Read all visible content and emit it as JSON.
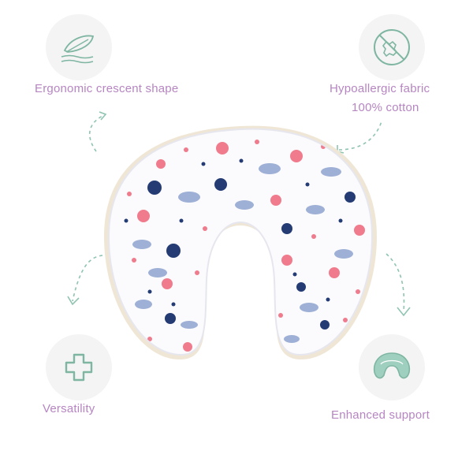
{
  "features": {
    "ergonomic": {
      "label": "Ergonomic crescent shape",
      "icon": "feather-icon"
    },
    "hypoallergic": {
      "label": "Hypoallergic fabric",
      "sublabel": "100% cotton",
      "icon": "no-germs-icon"
    },
    "versatility": {
      "label": "Versatility",
      "icon": "plus-cross-icon"
    },
    "support": {
      "label": "Enhanced support",
      "icon": "pillow-icon"
    }
  },
  "colors": {
    "label": "#b685c2",
    "icon": "#7fb6a2",
    "circle_bg": "#f4f4f4",
    "arrow": "#8fc4b0",
    "print_pink": "#f07b8c",
    "print_navy": "#243b74",
    "print_blue": "#9fb0d6"
  }
}
